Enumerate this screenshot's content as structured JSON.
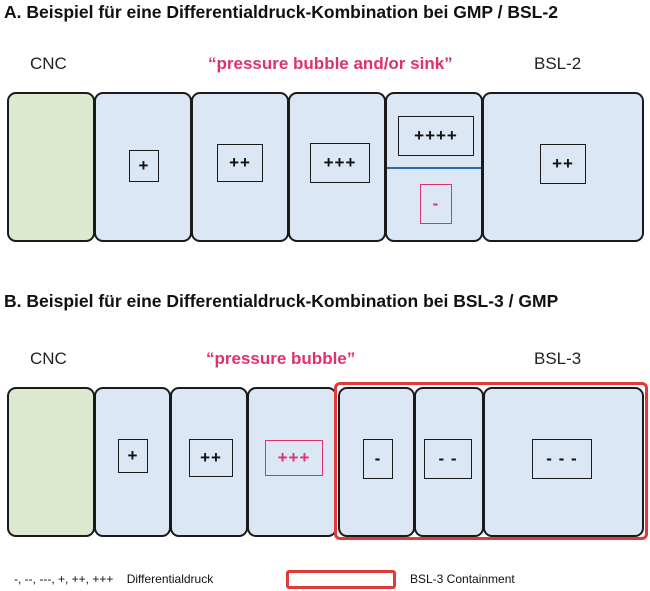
{
  "section_a": {
    "title": "A. Beispiel für eine Differentialdruck-Kombination bei GMP / BSL-2",
    "label_left": "CNC",
    "label_middle": "“pressure bubble and/or sink”",
    "label_right": "BSL-2",
    "rooms": [
      {
        "type": "cnc",
        "pressure": ""
      },
      {
        "type": "room",
        "pressure": "+"
      },
      {
        "type": "room",
        "pressure": "++"
      },
      {
        "type": "room",
        "pressure": "+++"
      },
      {
        "type": "split-room",
        "pressure_top": "++++",
        "pressure_bottom": "-"
      },
      {
        "type": "room",
        "pressure": "++"
      }
    ]
  },
  "section_b": {
    "title": "B. Beispiel für eine Differentialdruck-Kombination bei BSL-3 / GMP",
    "label_left": "CNC",
    "label_middle": "“pressure bubble”",
    "label_right": "BSL-3",
    "rooms": [
      {
        "type": "cnc",
        "pressure": ""
      },
      {
        "type": "room",
        "pressure": "+"
      },
      {
        "type": "room",
        "pressure": "++"
      },
      {
        "type": "room",
        "pressure": "+++"
      },
      {
        "type": "room",
        "pressure": "-"
      },
      {
        "type": "room",
        "pressure": "- -"
      },
      {
        "type": "room",
        "pressure": "- - -"
      }
    ]
  },
  "legend": {
    "pressure_symbols": "-, --, ---, +, ++, +++",
    "pressure_label": "Differentialdruck",
    "containment_label": "BSL-3 Containment"
  },
  "colors": {
    "room_fill": "#dbe7f4",
    "cnc_fill": "#dce9cf",
    "highlight_pink": "#e0306e",
    "containment_red": "#e03a3a",
    "divider_blue": "#2a6aa6"
  }
}
